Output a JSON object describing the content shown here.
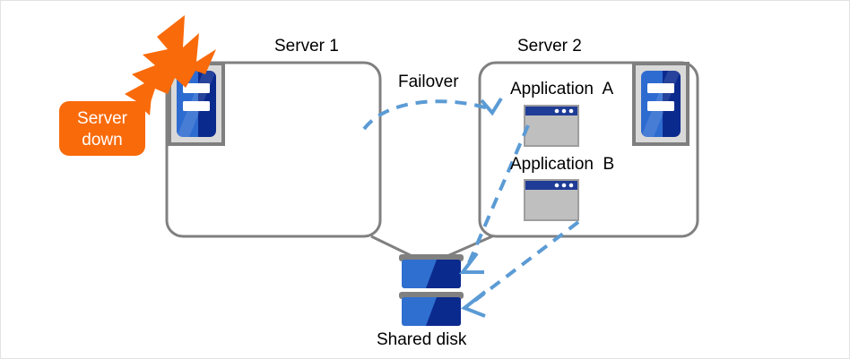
{
  "diagram": {
    "title_server1": "Server 1",
    "title_server2": "Server 2",
    "failover_label": "Failover",
    "shared_disk_label": "Shared disk",
    "application_a": "Application  A",
    "application_b": "Application  B",
    "server_down_line1": "Server",
    "server_down_line2": "down"
  },
  "colors": {
    "box_outline": "#808080",
    "alert_orange": "#F96A0A",
    "arrow_blue": "#5B9BD5",
    "disk_blue_light": "#2F6FD0",
    "disk_blue_dark": "#0B2A8E",
    "icon_gray_frame": "#7F7F7F",
    "icon_gray_fill": "#D9D9D9",
    "app_window_body": "#BFBFBF",
    "app_window_title": "#1F3C96",
    "text": "#000000",
    "page_border": "#E2E2E2"
  },
  "icons": {
    "server1_icon": "server-rack-icon",
    "server2_icon": "server-rack-icon",
    "app_a_icon": "application-window-icon",
    "app_b_icon": "application-window-icon",
    "shared_disk_icon": "disk-stack-icon",
    "burst_icon": "lightning-burst-icon",
    "failover_arrow": "dashed-curved-arrow",
    "app_a_arrow": "dashed-arrow-to-disk",
    "app_b_arrow": "dashed-arrow-to-disk",
    "disk_link_left": "connector-line",
    "disk_link_right": "connector-line"
  }
}
